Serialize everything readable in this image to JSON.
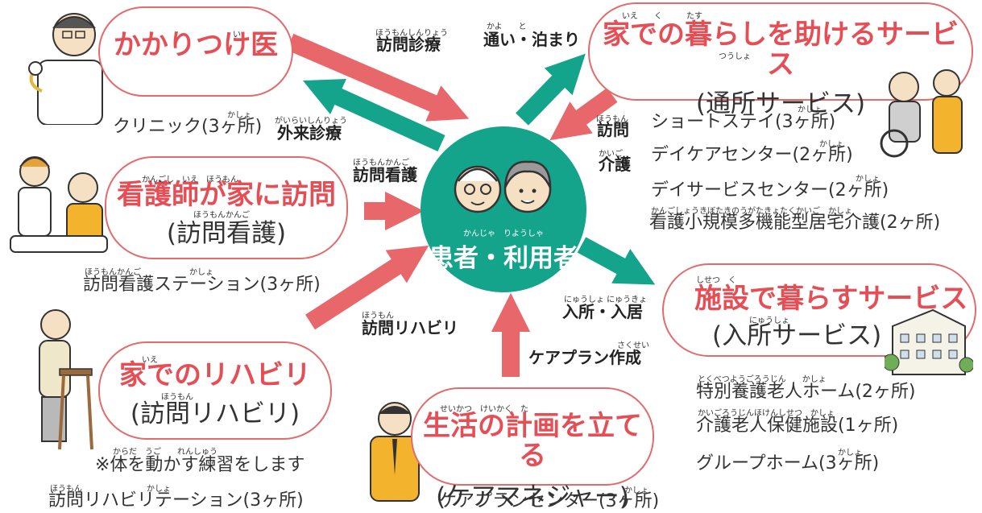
{
  "center": {
    "title": "患者・利用者",
    "furigana": "かんじゃ　りようしゃ"
  },
  "family_doctor": {
    "title": "かかりつけ医",
    "title_furigana": "い",
    "facility": "クリニック(3ヶ所)",
    "facility_furigana": "かしょ"
  },
  "home_nursing": {
    "title": "看護師が家に訪問",
    "title_furigana": "かんごし　いえ　ほうもん",
    "subtitle": "(訪問看護)",
    "subtitle_furigana": "ほうもんかんご",
    "facility": "訪問看護ステーション(3ヶ所)",
    "facility_furigana": "ほうもんかんご　　　　　　かしょ"
  },
  "home_rehab": {
    "title": "家でのリハビリ",
    "title_furigana": "いえ",
    "subtitle": "(訪問リハビリ)",
    "subtitle_furigana": "ほうもん",
    "note": "※体を動かす練習をします",
    "note_furigana": "からだ　うご　　れんしゅう",
    "facility": "訪問リハビリテーション(3ヶ所)",
    "facility_furigana": "ほうもん　　　　　　　　かしょ"
  },
  "care_plan": {
    "title": "生活の計画を立てる",
    "title_furigana": "せいかつ　けいかく　た",
    "subtitle": "(ケアマネジャー)",
    "facility": "ケアプランセンター(3ヶ所)",
    "facility_furigana": "かしょ"
  },
  "day_services": {
    "title": "家での暮らしを助けるサービス",
    "title_furigana": "いえ　　く　　　たす",
    "subtitle": "(通所サービス)",
    "subtitle_furigana": "つうしょ",
    "items": [
      {
        "text": "ショートステイ(3ヶ所)",
        "furigana": "かしょ"
      },
      {
        "text": "デイケアセンター(2ヶ所)",
        "furigana": "かしょ"
      },
      {
        "text": "デイサービスセンター(2ヶ所)",
        "furigana": "かしょ"
      },
      {
        "text": "看護小規模多機能型居宅介護(2ヶ所)",
        "furigana": "かんごしょうきぼたきのうがたきょたくかいご　かしょ"
      }
    ]
  },
  "facility_services": {
    "title": "施設で暮らすサービス",
    "title_furigana": "しせつ　く",
    "subtitle": "(入所サービス)",
    "subtitle_furigana": "にゅうしょ",
    "items": [
      {
        "text": "特別養護老人ホーム(2ヶ所)",
        "furigana": "とくべつようごろうじん　　かしょ"
      },
      {
        "text": "介護老人保健施設(1ヶ所)",
        "furigana": "かいごろうじんほけんしせつ　かしょ"
      },
      {
        "text": "グループホーム(3ヶ所)",
        "furigana": "かしょ"
      }
    ]
  },
  "arrow_labels": {
    "home_visit_medical": "訪問診療",
    "home_visit_medical_furigana": "ほうもんしんりょう",
    "outpatient": "外来診療",
    "outpatient_furigana": "がいらいしんりょう",
    "visiting_nursing": "訪問看護",
    "visiting_nursing_furigana": "ほうもんかんご",
    "visiting_rehab": "訪問リハビリ",
    "visiting_rehab_furigana": "ほうもん",
    "commute_stay": "通い・泊まり",
    "commute_stay_furigana": "かよ　　と",
    "visiting_care_1": "訪問",
    "visiting_care_1_furigana": "ほうもん",
    "visiting_care_2": "介護",
    "visiting_care_2_furigana": "かいご",
    "admission": "入所・入居",
    "admission_furigana": "にゅうしょ にゅうきょ",
    "care_plan_creation": "ケアプラン作成",
    "care_plan_creation_furigana": "さくせい"
  },
  "colors": {
    "pill_border": "#e26b6b",
    "title_red": "#e64e55",
    "arrow_red": "#e8676b",
    "arrow_green": "#14a38b",
    "center_green": "#14a38b"
  },
  "icons": [
    "doctor-illustration",
    "nurse-elderly-illustration",
    "elderly-walker-illustration",
    "care-manager-illustration",
    "caregiver-wheelchair-illustration",
    "facility-building-illustration",
    "elderly-couple-icon"
  ]
}
